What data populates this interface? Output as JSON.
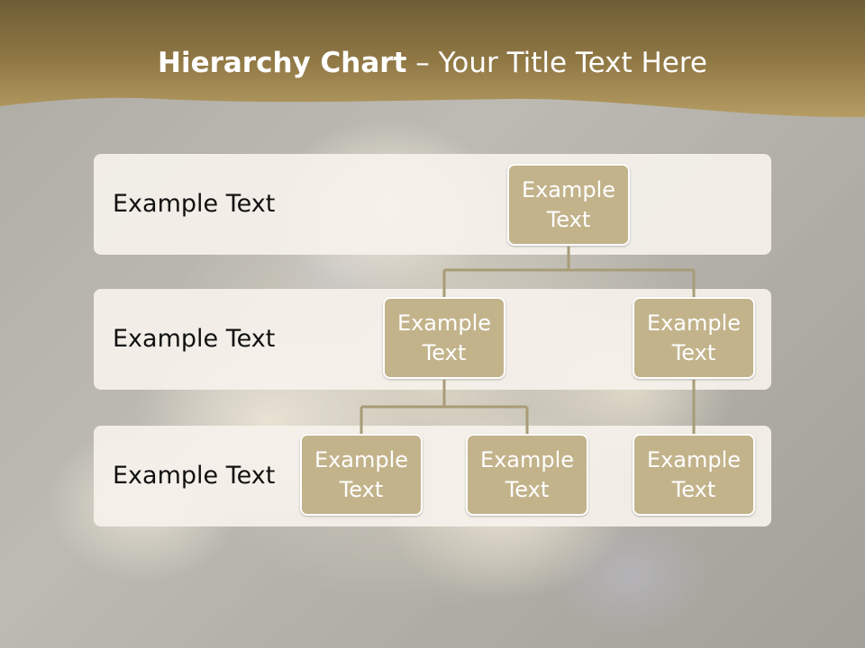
{
  "slide": {
    "title_bold": "Hierarchy Chart",
    "title_rest": " – Your Title Text Here"
  },
  "rows": [
    {
      "label": "Example Text"
    },
    {
      "label": "Example Text"
    },
    {
      "label": "Example Text"
    }
  ],
  "nodes": {
    "root": "Example Text",
    "level2_left": "Example Text",
    "level2_right": "Example Text",
    "level3_left": "Example Text",
    "level3_middle": "Example Text",
    "level3_right": "Example Text"
  },
  "colors": {
    "header_gold": "#a28a55",
    "node_fill": "#c3b38b",
    "connector": "#a89b77"
  }
}
